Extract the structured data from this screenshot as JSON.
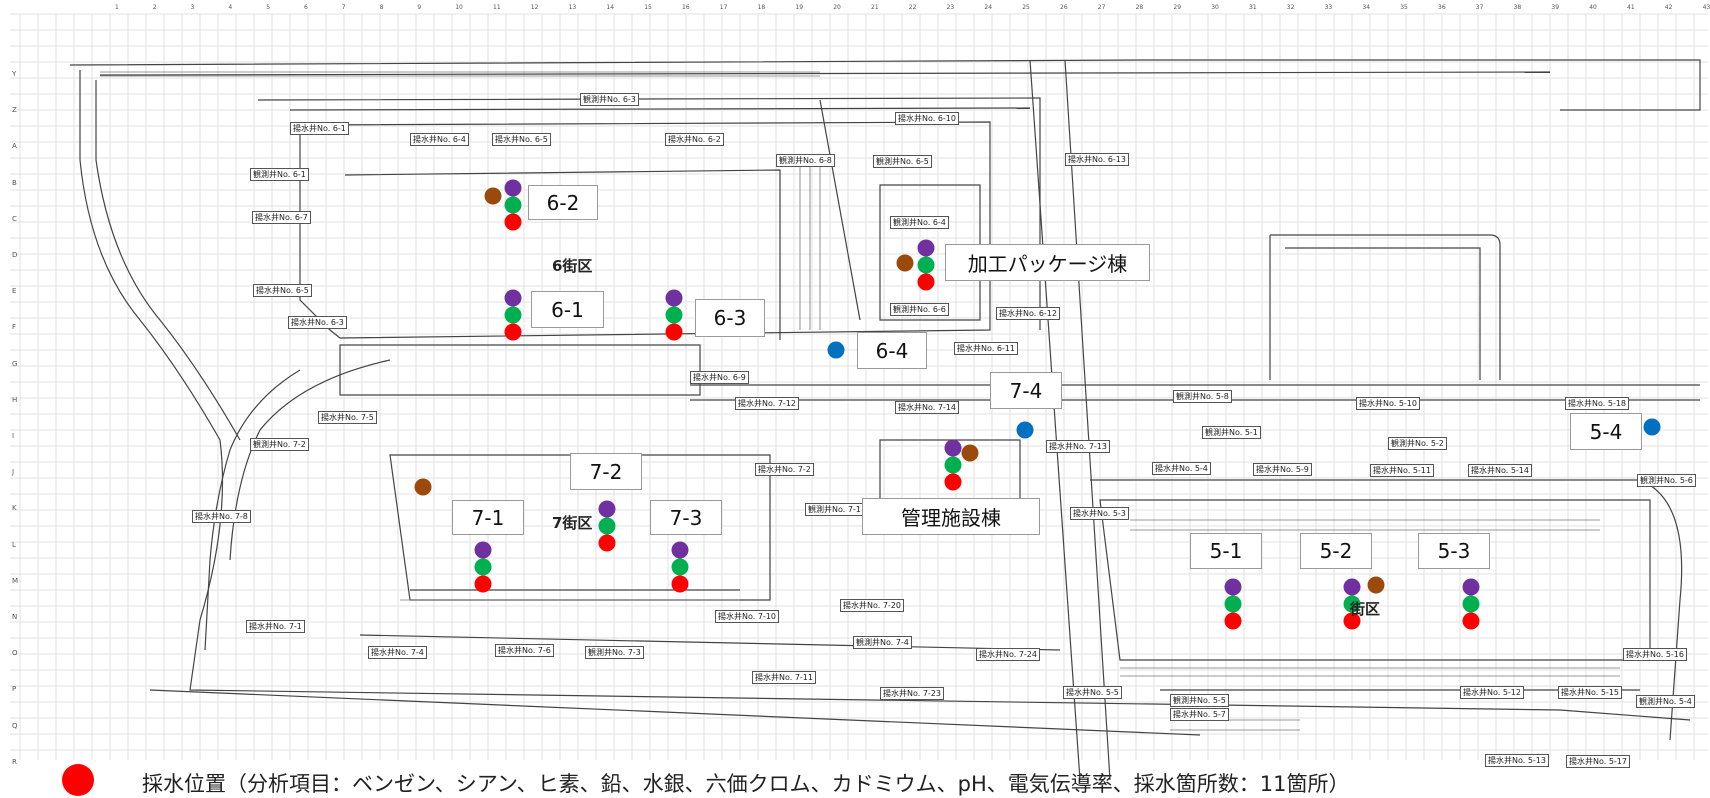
{
  "column_numbers": [
    "1",
    "2",
    "3",
    "4",
    "5",
    "6",
    "7",
    "8",
    "9",
    "10",
    "11",
    "12",
    "13",
    "14",
    "15",
    "16",
    "17",
    "18",
    "19",
    "20",
    "21",
    "22",
    "23",
    "24",
    "25",
    "26",
    "27",
    "28",
    "29",
    "30",
    "31",
    "32",
    "33",
    "34",
    "35",
    "36",
    "37",
    "38",
    "39",
    "40",
    "41",
    "42",
    "43"
  ],
  "row_letters": [
    "Y",
    "Z",
    "A",
    "B",
    "C",
    "D",
    "E",
    "F",
    "G",
    "H",
    "I",
    "J",
    "K",
    "L",
    "M",
    "N",
    "O",
    "P",
    "Q",
    "R"
  ],
  "districts": {
    "d6": "6街区",
    "d7": "7街区",
    "d5": "街区"
  },
  "zones": {
    "z6_2": "6-2",
    "z6_1": "6-1",
    "z6_3": "6-3",
    "z6_4": "6-4",
    "z7_2": "7-2",
    "z7_1": "7-1",
    "z7_3": "7-3",
    "z7_4": "7-4",
    "z5_1": "5-1",
    "z5_2": "5-2",
    "z5_3": "5-3",
    "z5_4": "5-4",
    "kako": "加工パッケージ棟",
    "kanri": "管理施設棟"
  },
  "well_labels": {
    "k6_1": "揚水井No. 6-1",
    "k6_2": "揚水井No. 6-2",
    "k6_3": "揚水井No. 6-3",
    "k6_4": "揚水井No. 6-4",
    "k6_5": "揚水井No. 6-5",
    "k6_7": "揚水井No. 6-7",
    "k6_10": "揚水井No. 6-10",
    "k6_13": "揚水井No. 6-13",
    "k6_11": "揚水井No. 6-11",
    "k6_12": "揚水井No. 6-12",
    "o6_1": "観測井No. 6-1",
    "o6_3": "観測井No. 6-3",
    "o6_5": "観測井No. 6-5",
    "o6_4": "観測井No. 6-4",
    "o6_6": "観測井No. 6-6",
    "o6_8": "観測井No. 6-8",
    "k6_9": "揚水井No. 6-9",
    "k6_e": "揚水井No. 6-5",
    "k7_5": "揚水井No. 7-5",
    "o7_2": "観測井No. 7-2",
    "k7_8": "揚水井No. 7-8",
    "k7_1": "揚水井No. 7-1",
    "k7_4": "揚水井No. 7-4",
    "k7_6": "揚水井No. 7-6",
    "o7_3": "観測井No. 7-3",
    "k7_10": "揚水井No. 7-10",
    "k7_11": "揚水井No. 7-11",
    "k7_12": "揚水井No. 7-12",
    "k7_14": "揚水井No. 7-14",
    "k7_2": "揚水井No. 7-2",
    "k7_23": "揚水井No. 7-23",
    "k7_24": "揚水井No. 7-24",
    "k7_20": "揚水井No. 7-20",
    "o7_4": "観測井No. 7-4",
    "o7_1": "観測井No. 7-1",
    "k7_13": "揚水井No. 7-13",
    "k5_4": "揚水井No. 5-4",
    "o5_1": "観測井No. 5-1",
    "k5_9": "揚水井No. 5-9",
    "k5_10": "揚水井No. 5-10",
    "k5_11": "揚水井No. 5-11",
    "k5_14": "揚水井No. 5-14",
    "k5_18": "揚水井No. 5-18",
    "o5_6": "観測井No. 5-6",
    "k5_16": "揚水井No. 5-16",
    "k5_12": "揚水井No. 5-12",
    "k5_15": "揚水井No. 5-15",
    "k5_13": "揚水井No. 5-13",
    "k5_17": "揚水井No. 5-17",
    "o5_5": "観測井No. 5-5",
    "k5_5": "揚水井No. 5-5",
    "k5_7": "揚水井No. 5-7",
    "k5_3": "揚水井No. 5-3",
    "o5_2": "観測井No. 5-2",
    "o5_8": "観測井No. 5-8",
    "o5_x": "観測井No. 5-4"
  },
  "marker_colors": {
    "red": "#ff0000",
    "green": "#00b050",
    "purple": "#7030a0",
    "brown": "#9c4a0c",
    "blue": "#0070c0"
  },
  "legend": {
    "text": "採水位置（分析項目：ベンゼン、シアン、ヒ素、鉛、水銀、六価クロム、カドミウム、pH、電気伝導率、採水箇所数：11箇所）",
    "color": "#ff0000"
  }
}
